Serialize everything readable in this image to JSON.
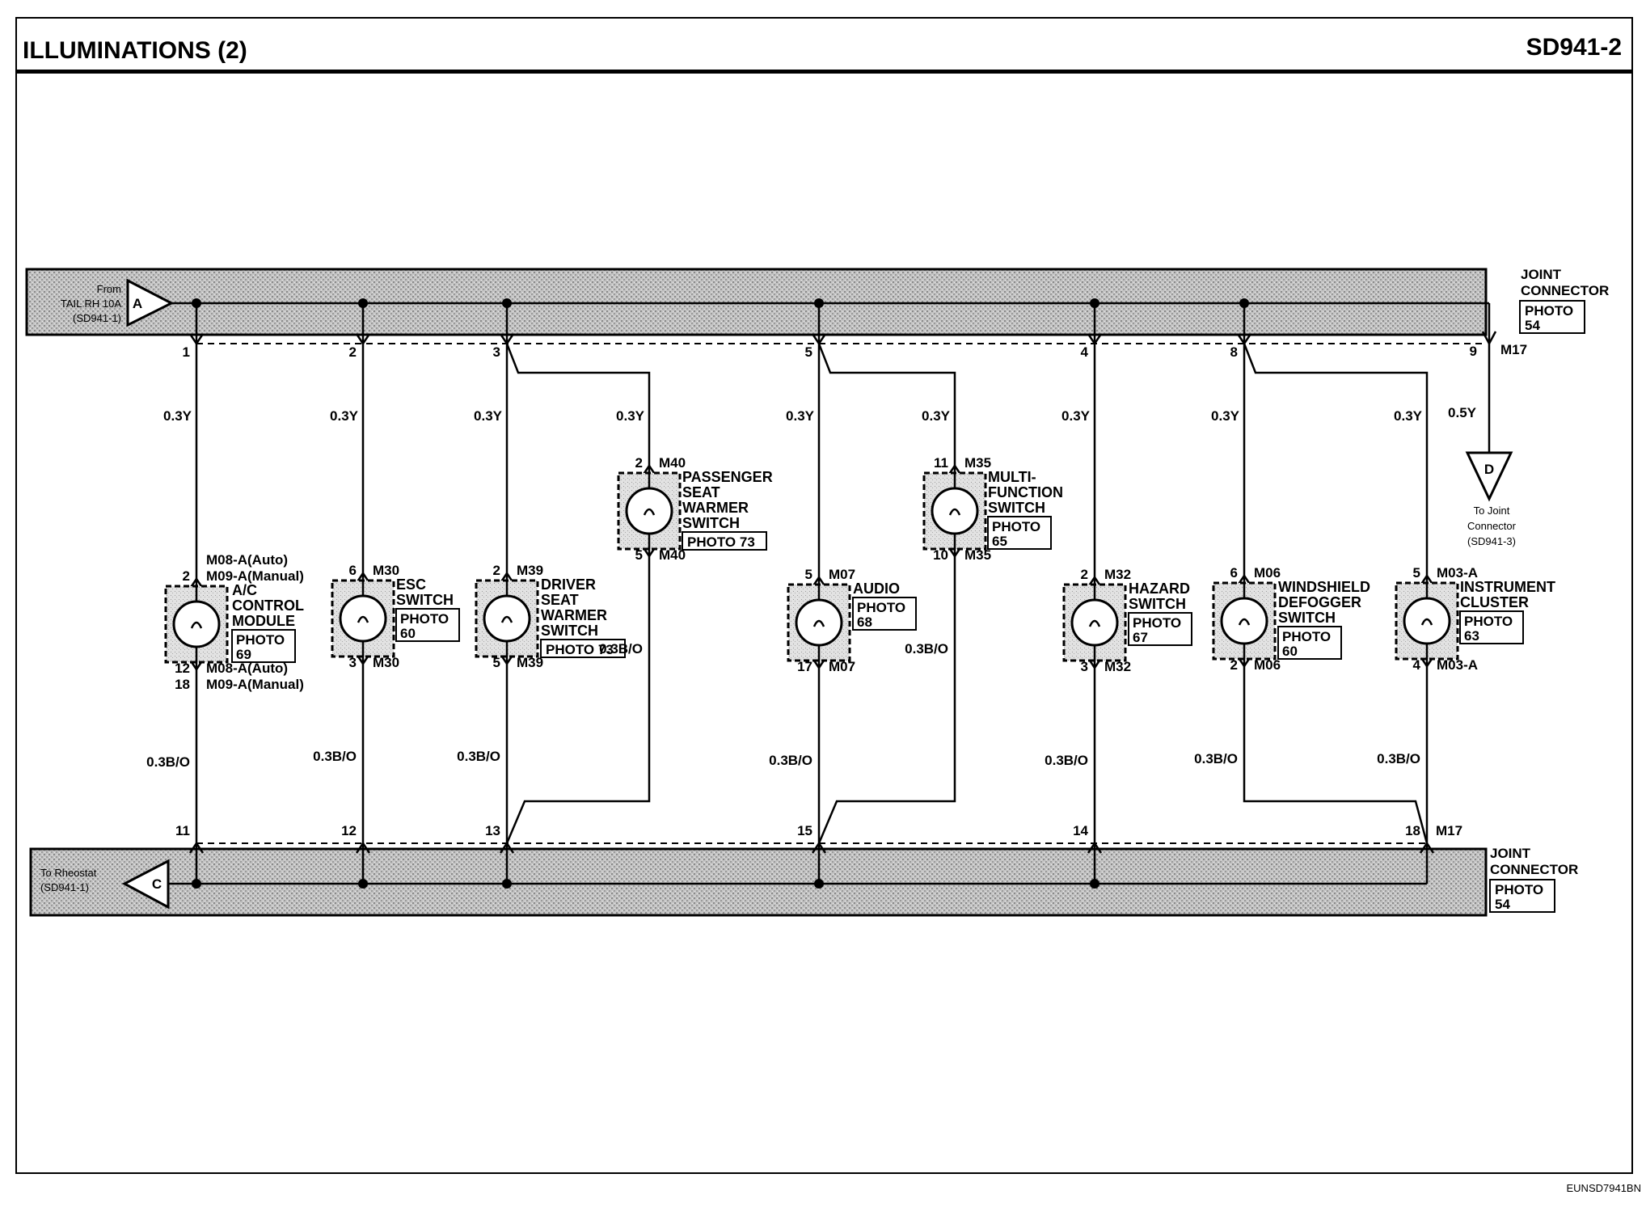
{
  "header": {
    "title": "ILLUMINATIONS (2)",
    "page_code": "SD941-2"
  },
  "footer": {
    "image_code": "EUNSD7941BN"
  },
  "top_joint": {
    "name_line1": "JOINT",
    "name_line2": "CONNECTOR",
    "photo_line1": "PHOTO",
    "photo_line2": "54",
    "connector_id": "M17",
    "source_connector": {
      "letter": "A",
      "line1": "From",
      "line2": "TAIL RH 10A",
      "line3": "(SD941-1)"
    }
  },
  "bottom_joint": {
    "name_line1": "JOINT",
    "name_line2": "CONNECTOR",
    "photo_line1": "PHOTO",
    "photo_line2": "54",
    "connector_id": "M17",
    "sink_connector": {
      "letter": "C",
      "line1": "To Rheostat",
      "line2": "(SD941-1)"
    }
  },
  "offpage_d": {
    "letter": "D",
    "line1": "To Joint",
    "line2": "Connector",
    "line3": "(SD941-3)",
    "pin": "9",
    "wire": "0.5Y"
  },
  "circuits": [
    {
      "top_pin": "1",
      "top_wire": "0.3Y",
      "bottom_pin": "11",
      "bottom_wire": "0.3B/O",
      "comp_top_pin": "2",
      "comp_top_conn_1": "M08-A(Auto)",
      "comp_top_conn_2": "M09-A(Manual)",
      "comp_bot_pin": "12",
      "comp_bot_pin_2": "18",
      "comp_bot_conn_1": "M08-A(Auto)",
      "comp_bot_conn_2": "M09-A(Manual)",
      "name_lines": [
        "A/C",
        "CONTROL",
        "MODULE"
      ],
      "photo_1": "PHOTO",
      "photo_2": "69"
    },
    {
      "top_pin": "2",
      "top_wire": "0.3Y",
      "bottom_pin": "12",
      "bottom_wire": "0.3B/O",
      "comp_top_pin": "6",
      "comp_top_conn_1": "M30",
      "comp_bot_pin": "3",
      "comp_bot_conn_1": "M30",
      "name_lines": [
        "ESC",
        "SWITCH"
      ],
      "photo_1": "PHOTO",
      "photo_2": "60"
    },
    {
      "top_pin": "3",
      "top_wire": "0.3Y",
      "bottom_pin": "13",
      "bottom_wire": "0.3B/O",
      "comp_top_pin": "2",
      "comp_top_conn_1": "M39",
      "comp_bot_pin": "5",
      "comp_bot_conn_1": "M39",
      "name_lines": [
        "DRIVER",
        "SEAT",
        "WARMER",
        "SWITCH"
      ],
      "photo_1": "PHOTO 73"
    },
    {
      "top_wire": "0.3Y",
      "bottom_wire": "0.3B/O",
      "comp_top_pin": "2",
      "comp_top_conn_1": "M40",
      "comp_bot_pin": "5",
      "comp_bot_conn_1": "M40",
      "name_lines": [
        "PASSENGER",
        "SEAT",
        "WARMER",
        "SWITCH"
      ],
      "photo_1": "PHOTO 73"
    },
    {
      "top_pin": "5",
      "top_wire": "0.3Y",
      "bottom_pin": "15",
      "bottom_wire": "0.3B/O",
      "comp_top_pin": "5",
      "comp_top_conn_1": "M07",
      "comp_bot_pin": "17",
      "comp_bot_conn_1": "M07",
      "name_lines": [
        "AUDIO"
      ],
      "photo_1": "PHOTO",
      "photo_2": "68"
    },
    {
      "top_wire": "0.3Y",
      "bottom_wire": "0.3B/O",
      "comp_top_pin": "11",
      "comp_top_conn_1": "M35",
      "comp_bot_pin": "10",
      "comp_bot_conn_1": "M35",
      "name_lines": [
        "MULTI-",
        "FUNCTION",
        "SWITCH"
      ],
      "photo_1": "PHOTO",
      "photo_2": "65"
    },
    {
      "top_pin": "4",
      "top_wire": "0.3Y",
      "bottom_pin": "14",
      "bottom_wire": "0.3B/O",
      "comp_top_pin": "2",
      "comp_top_conn_1": "M32",
      "comp_bot_pin": "3",
      "comp_bot_conn_1": "M32",
      "name_lines": [
        "HAZARD",
        "SWITCH"
      ],
      "photo_1": "PHOTO",
      "photo_2": "67"
    },
    {
      "top_pin": "8",
      "top_wire": "0.3Y",
      "bottom_wire": "0.3B/O",
      "comp_top_pin": "6",
      "comp_top_conn_1": "M06",
      "comp_bot_pin": "2",
      "comp_bot_conn_1": "M06",
      "name_lines": [
        "WINDSHIELD",
        "DEFOGGER",
        "SWITCH"
      ],
      "photo_1": "PHOTO",
      "photo_2": "60"
    },
    {
      "top_wire": "0.3Y",
      "bottom_pin": "18",
      "bottom_wire": "0.3B/O",
      "comp_top_pin": "5",
      "comp_top_conn_1": "M03-A",
      "comp_bot_pin": "4",
      "comp_bot_conn_1": "M03-A",
      "name_lines": [
        "INSTRUMENT",
        "CLUSTER"
      ],
      "photo_1": "PHOTO",
      "photo_2": "63"
    }
  ]
}
